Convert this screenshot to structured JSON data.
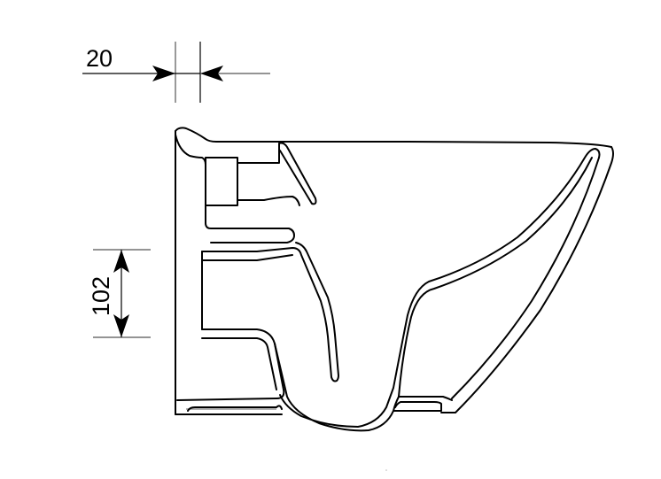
{
  "drawing": {
    "title": "Wall-hung toilet side section",
    "background": "#ffffff",
    "line_color": "#000000"
  },
  "dimensions": {
    "horizontal": {
      "label": "20",
      "orientation": "horizontal"
    },
    "vertical": {
      "label": "102",
      "orientation": "vertical"
    }
  }
}
